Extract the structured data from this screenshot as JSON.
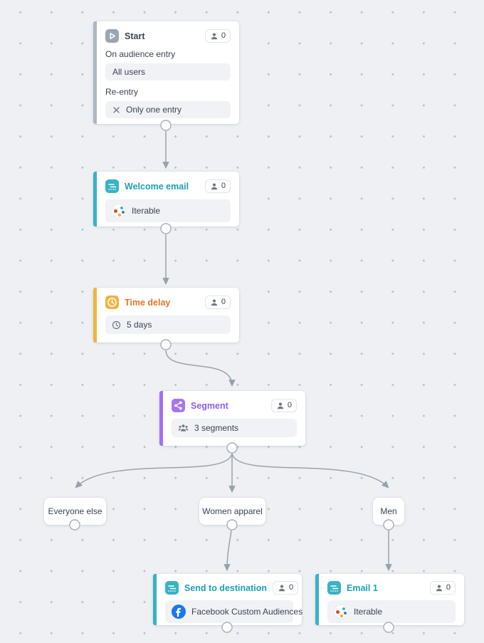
{
  "canvas": {
    "background": "#eef0f4",
    "dot_color": "#b8c1cb",
    "connector_color": "#9aa3ad",
    "card_background": "#ffffff",
    "field_background": "#f0f2f5"
  },
  "nodes": {
    "start": {
      "title": "Start",
      "count": "0",
      "icon": "play-icon",
      "accent_color": "#adb7c0",
      "entry_label": "On audience entry",
      "entry_value": "All users",
      "reentry_label": "Re-entry",
      "reentry_value": "Only one entry",
      "reentry_icon": "x-icon"
    },
    "welcome_email": {
      "title": "Welcome email",
      "count": "0",
      "icon": "email-icon",
      "accent_color": "#36b3c6",
      "title_color": "#1d9fb5",
      "channel_value": "Iterable",
      "channel_icon": "iterable-logo"
    },
    "time_delay": {
      "title": "Time delay",
      "count": "0",
      "icon": "clock-icon",
      "accent_color": "#f2b33d",
      "title_color": "#e0762a",
      "delay_value": "5 days",
      "delay_icon": "clock-icon"
    },
    "segment": {
      "title": "Segment",
      "count": "0",
      "icon": "split-icon",
      "accent_color": "#a56ef5",
      "title_color": "#8b5cf6",
      "segments_value": "3 segments",
      "segments_icon": "people-group-icon"
    },
    "send_to_destination": {
      "title": "Send to destination",
      "count": "0",
      "icon": "email-icon",
      "accent_color": "#36b3c6",
      "title_color": "#1d9fb5",
      "destination_value": "Facebook Custom Audiences",
      "destination_icon": "facebook-logo"
    },
    "email_1": {
      "title": "Email 1",
      "count": "0",
      "icon": "email-icon",
      "accent_color": "#36b3c6",
      "title_color": "#1d9fb5",
      "channel_value": "Iterable",
      "channel_icon": "iterable-logo"
    }
  },
  "branches": [
    {
      "label": "Everyone else"
    },
    {
      "label": "Women apparel"
    },
    {
      "label": "Men"
    }
  ],
  "badge_icon": "person-icon",
  "brand_colors": {
    "facebook_blue": "#1877f2",
    "iterable_red": "#e0452f",
    "iterable_teal": "#35b2c5",
    "iterable_blue": "#2d7fc1",
    "iterable_orange": "#f5a623"
  }
}
